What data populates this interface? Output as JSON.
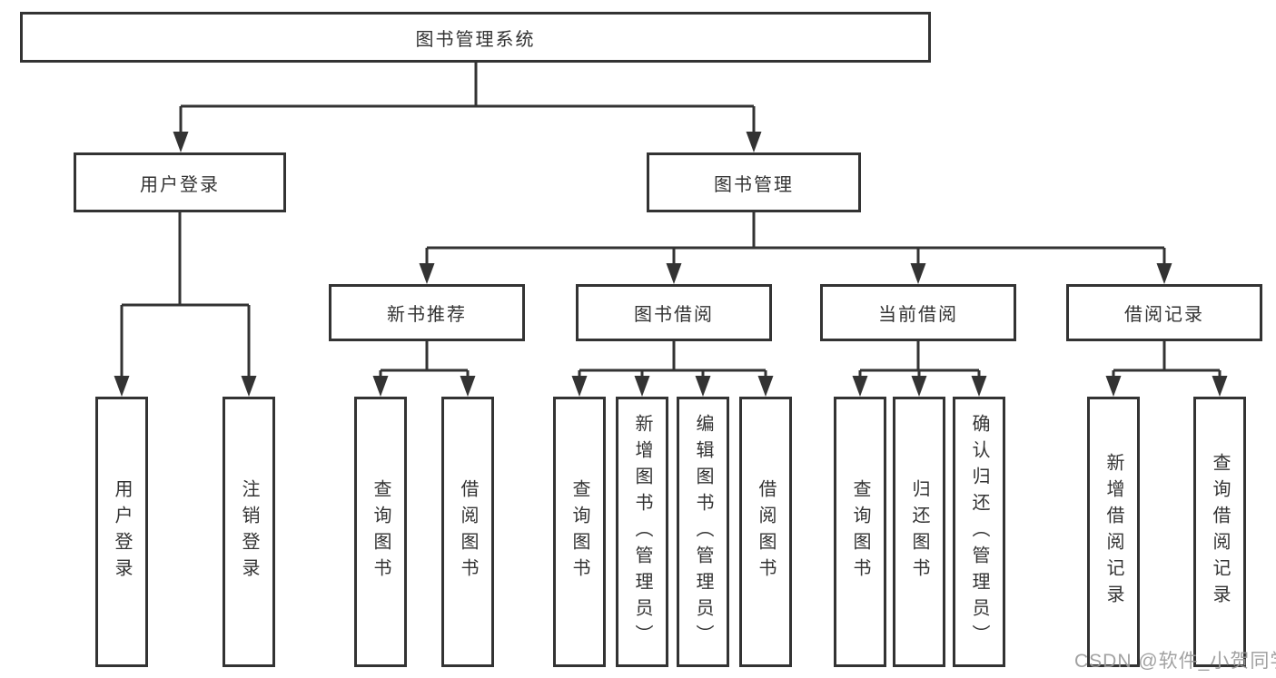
{
  "nodes": {
    "root": "图书管理系统",
    "user_login": "用户登录",
    "book_mgmt": "图书管理",
    "new_book_rec": "新书推荐",
    "book_borrow": "图书借阅",
    "current_borrow": "当前借阅",
    "borrow_records": "借阅记录",
    "login_children": [
      "用户登录",
      "注销登录"
    ],
    "new_book_children": [
      "查询图书",
      "借阅图书"
    ],
    "borrow_children": [
      "查询图书",
      "新增图书（管理员）",
      "编辑图书（管理员）",
      "借阅图书"
    ],
    "current_children": [
      "查询图书",
      "归还图书",
      "确认归还（管理员）"
    ],
    "records_children": [
      "新增借阅记录",
      "查询借阅记录"
    ]
  },
  "watermark": "CSDN @软件_小贺同学",
  "colors": {
    "line": "#333333",
    "text": "#333333",
    "bg": "#ffffff",
    "watermark": "#9a9a9a"
  }
}
